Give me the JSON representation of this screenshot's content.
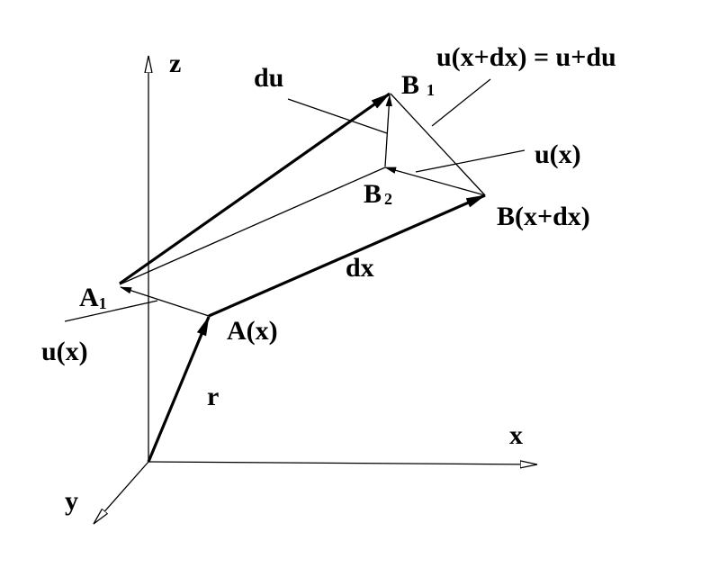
{
  "labels": {
    "z": "z",
    "x": "x",
    "y": "y",
    "r": "r",
    "du": "du",
    "dx": "dx",
    "B1": "B",
    "B1_sub": "1",
    "B2": "B",
    "B2_sub": "2",
    "A1": "A",
    "A1_sub": "1",
    "Ax": "A(x)",
    "Bx": "B(x+dx)",
    "u_left": "u(x)",
    "u_right": "u(x)",
    "u_top": "u(x+dx) = u+du"
  }
}
